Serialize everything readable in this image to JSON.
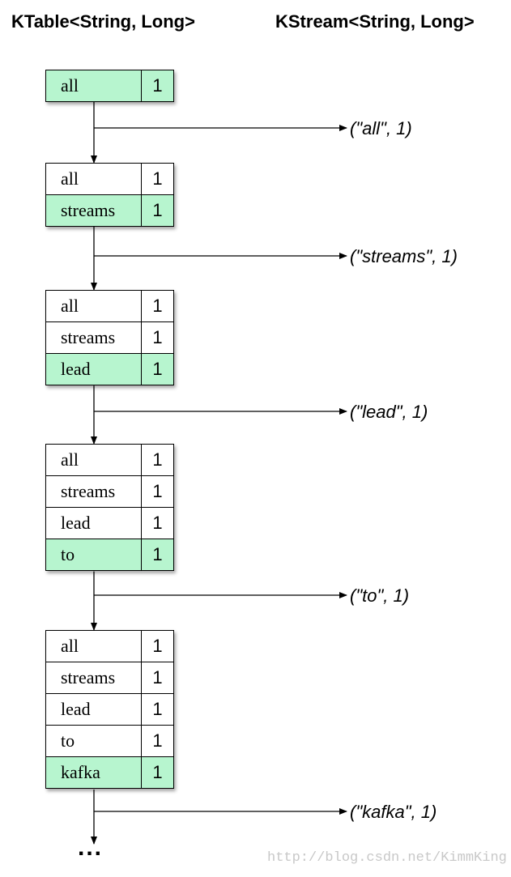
{
  "headers": {
    "left": "KTable<String, Long>",
    "right": "KStream<String, Long>"
  },
  "tables": [
    {
      "rows": [
        {
          "key": "all",
          "value": "1",
          "highlight": true
        }
      ]
    },
    {
      "rows": [
        {
          "key": "all",
          "value": "1",
          "highlight": false
        },
        {
          "key": "streams",
          "value": "1",
          "highlight": true
        }
      ]
    },
    {
      "rows": [
        {
          "key": "all",
          "value": "1",
          "highlight": false
        },
        {
          "key": "streams",
          "value": "1",
          "highlight": false
        },
        {
          "key": "lead",
          "value": "1",
          "highlight": true
        }
      ]
    },
    {
      "rows": [
        {
          "key": "all",
          "value": "1",
          "highlight": false
        },
        {
          "key": "streams",
          "value": "1",
          "highlight": false
        },
        {
          "key": "lead",
          "value": "1",
          "highlight": false
        },
        {
          "key": "to",
          "value": "1",
          "highlight": true
        }
      ]
    },
    {
      "rows": [
        {
          "key": "all",
          "value": "1",
          "highlight": false
        },
        {
          "key": "streams",
          "value": "1",
          "highlight": false
        },
        {
          "key": "lead",
          "value": "1",
          "highlight": false
        },
        {
          "key": "to",
          "value": "1",
          "highlight": false
        },
        {
          "key": "kafka",
          "value": "1",
          "highlight": true
        }
      ]
    }
  ],
  "stream_records": [
    "(\"all\", 1)",
    "(\"streams\", 1)",
    "(\"lead\", 1)",
    "(\"to\", 1)",
    "(\"kafka\", 1)"
  ],
  "continuation": "...",
  "watermark": "http://blog.csdn.net/KimmKing",
  "colors": {
    "highlight": "#b7f5cf",
    "stroke": "#000000"
  }
}
